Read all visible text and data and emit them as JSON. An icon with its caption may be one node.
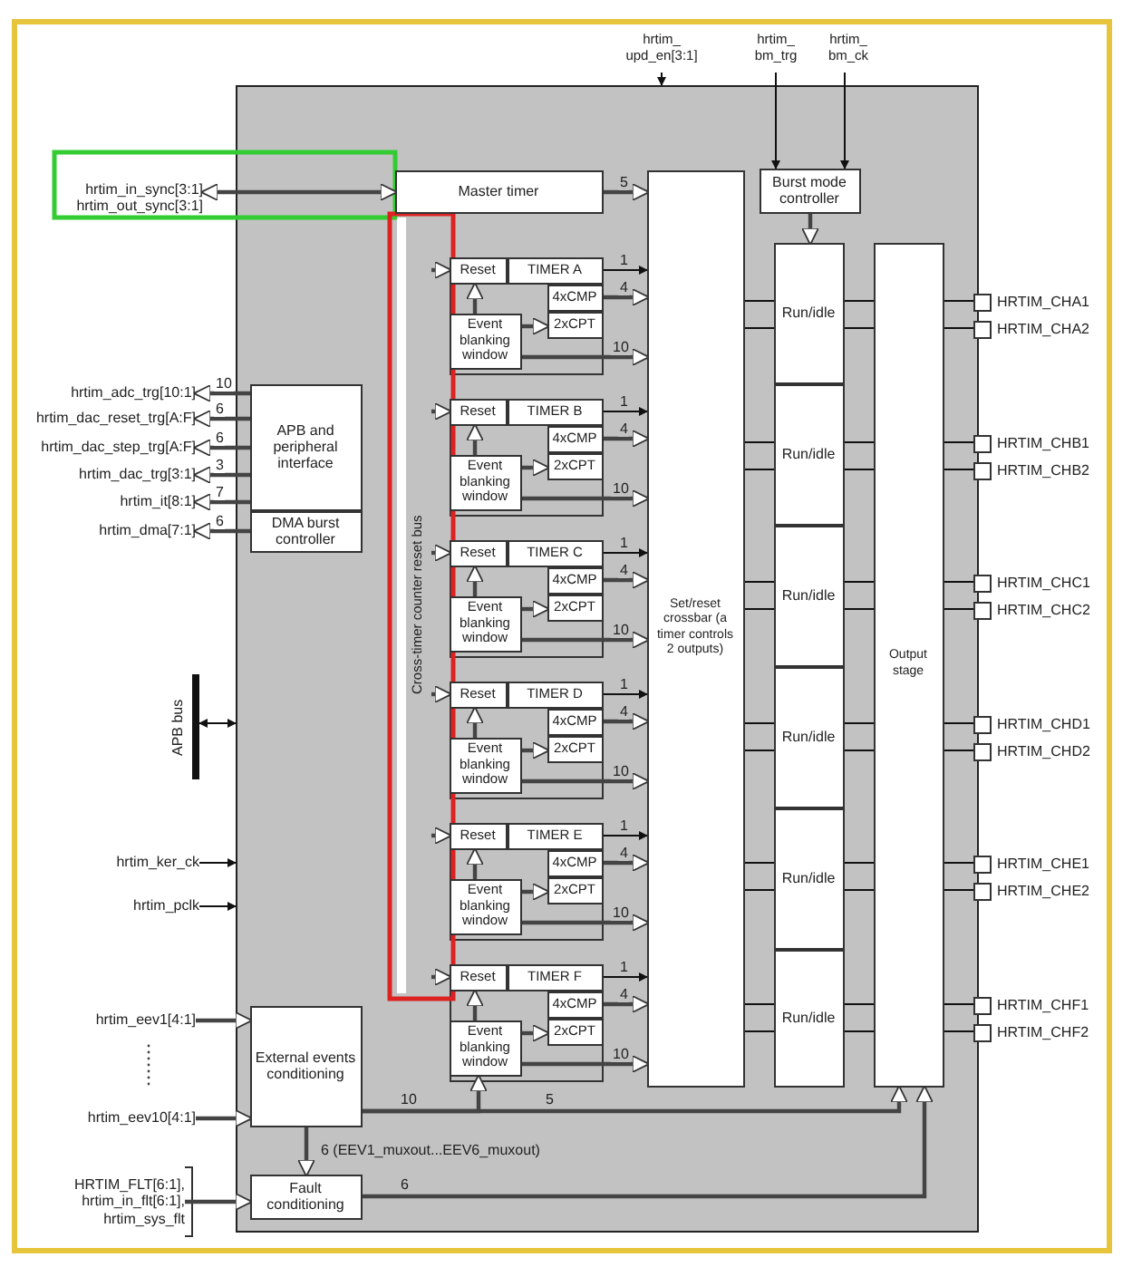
{
  "diagram": {
    "nodes": [
      {
        "text": [
          "hrtim_ upd_en[3:1]"
        ]
      },
      {
        "text": [
          "hrtim_ bm_trg"
        ]
      },
      {
        "text": [
          "hrtim_ bm_ck"
        ]
      },
      {
        "text": [],
        "shape": "box"
      },
      {
        "text": [
          "hrtim_in_sync[3:1]",
          "hrtim_out_sync[3:1]"
        ]
      },
      {
        "text": [
          "Master timer"
        ],
        "in": 3
      },
      {
        "text": [
          "Burst mode controller"
        ],
        "in": 3
      },
      {
        "text": [
          "Cross-timer counter reset bus"
        ],
        "in": 3
      },
      {
        "text": [
          "Set/reset crossbar (a timer controls 2 outputs)"
        ],
        "in": 3
      },
      {
        "text": [
          "Output stage"
        ],
        "in": 3
      },
      {
        "text": [
          "Run/idle"
        ],
        "in": 3
      },
      {
        "text": [
          "Run/idle"
        ],
        "in": 3
      },
      {
        "text": [
          "Run/idle"
        ],
        "in": 3
      },
      {
        "text": [
          "Run/idle"
        ],
        "in": 3
      },
      {
        "text": [
          "Run/idle"
        ],
        "in": 3
      },
      {
        "text": [
          "Run/idle"
        ],
        "in": 3
      },
      {
        "text": [],
        "shape": "box",
        "in": 3
      },
      {
        "text": [
          "Reset"
        ],
        "in": 16
      },
      {
        "text": [
          "TIMER A"
        ],
        "in": 16
      },
      {
        "text": [
          "4xCMP"
        ],
        "in": 16
      },
      {
        "text": [
          "2xCPT"
        ],
        "in": 16
      },
      {
        "text": [
          "Event blanking window"
        ],
        "in": 16
      },
      {
        "text": [],
        "shape": "box",
        "in": 3
      },
      {
        "text": [
          "Reset"
        ],
        "in": 22
      },
      {
        "text": [
          "TIMER B"
        ],
        "in": 22
      },
      {
        "text": [
          "4xCMP"
        ],
        "in": 22
      },
      {
        "text": [
          "2xCPT"
        ],
        "in": 22
      },
      {
        "text": [
          "Event blanking window"
        ],
        "in": 22
      },
      {
        "text": [],
        "shape": "box",
        "in": 3
      },
      {
        "text": [
          "Reset"
        ],
        "in": 28
      },
      {
        "text": [
          "TIMER C"
        ],
        "in": 28
      },
      {
        "text": [
          "4xCMP"
        ],
        "in": 28
      },
      {
        "text": [
          "2xCPT"
        ],
        "in": 28
      },
      {
        "text": [
          "Event blanking window"
        ],
        "in": 28
      },
      {
        "text": [],
        "shape": "box",
        "in": 3
      },
      {
        "text": [
          "Reset"
        ],
        "in": 34
      },
      {
        "text": [
          "TIMER D"
        ],
        "in": 34
      },
      {
        "text": [
          "4xCMP"
        ],
        "in": 34
      },
      {
        "text": [
          "2xCPT"
        ],
        "in": 34
      },
      {
        "text": [
          "Event blanking window"
        ],
        "in": 34
      },
      {
        "text": [],
        "shape": "box",
        "in": 3
      },
      {
        "text": [
          "Reset"
        ],
        "in": 40
      },
      {
        "text": [
          "TIMER E"
        ],
        "in": 40
      },
      {
        "text": [
          "4xCMP"
        ],
        "in": 40
      },
      {
        "text": [
          "2xCPT"
        ],
        "in": 40
      },
      {
        "text": [
          "Event blanking window"
        ],
        "in": 40
      },
      {
        "text": [],
        "shape": "box",
        "in": 3
      },
      {
        "text": [
          "Reset"
        ],
        "in": 46
      },
      {
        "text": [
          "TIMER F"
        ],
        "in": 46
      },
      {
        "text": [
          "4xCMP"
        ],
        "in": 46
      },
      {
        "text": [
          "2xCPT"
        ],
        "in": 46
      },
      {
        "text": [
          "Event blanking window"
        ],
        "in": 46
      },
      {
        "text": [
          "APB and peripheral interface"
        ],
        "in": 3
      },
      {
        "text": [
          "DMA burst controller"
        ],
        "in": 3
      },
      {
        "text": [
          "hrtim_adc_trg[10:1]"
        ]
      },
      {
        "text": [
          "hrtim_dac_reset_trg[A:F]"
        ]
      },
      {
        "text": [
          "hrtim_dac_step_trg[A:F]"
        ]
      },
      {
        "text": [
          "hrtim_dac_trg[3:1]"
        ]
      },
      {
        "text": [
          "hrtim_it[8:1]"
        ]
      },
      {
        "text": [
          "hrtim_dma[7:1]"
        ]
      },
      {
        "text": [
          "APB bus"
        ]
      },
      {
        "text": [
          "hrtim_ker_ck"
        ]
      },
      {
        "text": [
          "hrtim_pclk"
        ]
      },
      {
        "text": [
          "hrtim_eev1[4:1]"
        ]
      },
      {
        "text": [
          "hrtim_eev10[4:1]"
        ]
      },
      {
        "text": [
          "HRTIM_FLT[6:1], hrtim_in_flt[6:1], hrtim_sys_flt"
        ]
      },
      {
        "text": [
          "External events conditioning"
        ],
        "in": 3
      },
      {
        "text": [
          "Fault conditioning"
        ],
        "in": 3
      },
      {
        "text": [
          "HRTIM_CHA1"
        ]
      },
      {
        "text": [
          "HRTIM_CHA2"
        ]
      },
      {
        "text": [
          "HRTIM_CHB1"
        ]
      },
      {
        "text": [
          "HRTIM_CHB2"
        ]
      },
      {
        "text": [
          "HRTIM_CHC1"
        ]
      },
      {
        "text": [
          "HRTIM_CHC2"
        ]
      },
      {
        "text": [
          "HRTIM_CHD1"
        ]
      },
      {
        "text": [
          "HRTIM_CHD2"
        ]
      },
      {
        "text": [
          "HRTIM_CHE1"
        ]
      },
      {
        "text": [
          "HRTIM_CHE2"
        ]
      },
      {
        "text": [
          "HRTIM_CHF1"
        ]
      },
      {
        "text": [
          "HRTIM_CHF2"
        ]
      }
    ],
    "edges": [
      {
        "from": 0,
        "to": 3,
        "arrow": "to"
      },
      {
        "from": 1,
        "to": 6,
        "arrow": "to"
      },
      {
        "from": 2,
        "to": 6,
        "arrow": "to"
      },
      {
        "from": 4,
        "to": 5,
        "arrow": "both"
      },
      {
        "from": 5,
        "to": 8,
        "arrow": "to",
        "label": "5"
      },
      {
        "from": 6,
        "to": 10,
        "arrow": "to"
      },
      {
        "from": 7,
        "to": 17,
        "arrow": "to"
      },
      {
        "from": 21,
        "to": 17,
        "arrow": "to"
      },
      {
        "from": 21,
        "to": 20,
        "arrow": "to"
      },
      {
        "from": 18,
        "to": 8,
        "arrow": "to",
        "label": "1"
      },
      {
        "from": 19,
        "to": 8,
        "arrow": "to",
        "label": "4"
      },
      {
        "from": 21,
        "to": 8,
        "arrow": "to",
        "label": "10"
      },
      {
        "from": 7,
        "to": 23,
        "arrow": "to"
      },
      {
        "from": 27,
        "to": 23,
        "arrow": "to"
      },
      {
        "from": 27,
        "to": 26,
        "arrow": "to"
      },
      {
        "from": 24,
        "to": 8,
        "arrow": "to",
        "label": "1"
      },
      {
        "from": 25,
        "to": 8,
        "arrow": "to",
        "label": "4"
      },
      {
        "from": 27,
        "to": 8,
        "arrow": "to",
        "label": "10"
      },
      {
        "from": 7,
        "to": 29,
        "arrow": "to"
      },
      {
        "from": 33,
        "to": 29,
        "arrow": "to"
      },
      {
        "from": 33,
        "to": 32,
        "arrow": "to"
      },
      {
        "from": 30,
        "to": 8,
        "arrow": "to",
        "label": "1"
      },
      {
        "from": 31,
        "to": 8,
        "arrow": "to",
        "label": "4"
      },
      {
        "from": 33,
        "to": 8,
        "arrow": "to",
        "label": "10"
      },
      {
        "from": 7,
        "to": 35,
        "arrow": "to"
      },
      {
        "from": 39,
        "to": 35,
        "arrow": "to"
      },
      {
        "from": 39,
        "to": 38,
        "arrow": "to"
      },
      {
        "from": 36,
        "to": 8,
        "arrow": "to",
        "label": "1"
      },
      {
        "from": 37,
        "to": 8,
        "arrow": "to",
        "label": "4"
      },
      {
        "from": 39,
        "to": 8,
        "arrow": "to",
        "label": "10"
      },
      {
        "from": 7,
        "to": 41,
        "arrow": "to"
      },
      {
        "from": 45,
        "to": 41,
        "arrow": "to"
      },
      {
        "from": 45,
        "to": 44,
        "arrow": "to"
      },
      {
        "from": 42,
        "to": 8,
        "arrow": "to",
        "label": "1"
      },
      {
        "from": 43,
        "to": 8,
        "arrow": "to",
        "label": "4"
      },
      {
        "from": 45,
        "to": 8,
        "arrow": "to",
        "label": "10"
      },
      {
        "from": 7,
        "to": 47,
        "arrow": "to"
      },
      {
        "from": 51,
        "to": 47,
        "arrow": "to"
      },
      {
        "from": 51,
        "to": 50,
        "arrow": "to"
      },
      {
        "from": 48,
        "to": 8,
        "arrow": "to",
        "label": "1"
      },
      {
        "from": 49,
        "to": 8,
        "arrow": "to",
        "label": "4"
      },
      {
        "from": 51,
        "to": 8,
        "arrow": "to",
        "label": "10"
      },
      {
        "from": 8,
        "to": 10,
        "arrow": "none"
      },
      {
        "from": 8,
        "to": 10,
        "arrow": "none"
      },
      {
        "from": 8,
        "to": 11,
        "arrow": "none"
      },
      {
        "from": 8,
        "to": 11,
        "arrow": "none"
      },
      {
        "from": 8,
        "to": 12,
        "arrow": "none"
      },
      {
        "from": 8,
        "to": 12,
        "arrow": "none"
      },
      {
        "from": 8,
        "to": 13,
        "arrow": "none"
      },
      {
        "from": 8,
        "to": 13,
        "arrow": "none"
      },
      {
        "from": 8,
        "to": 14,
        "arrow": "none"
      },
      {
        "from": 8,
        "to": 14,
        "arrow": "none"
      },
      {
        "from": 8,
        "to": 15,
        "arrow": "none"
      },
      {
        "from": 8,
        "to": 15,
        "arrow": "none"
      },
      {
        "from": 10,
        "to": 9,
        "arrow": "none"
      },
      {
        "from": 10,
        "to": 9,
        "arrow": "none"
      },
      {
        "from": 11,
        "to": 9,
        "arrow": "none"
      },
      {
        "from": 11,
        "to": 9,
        "arrow": "none"
      },
      {
        "from": 12,
        "to": 9,
        "arrow": "none"
      },
      {
        "from": 12,
        "to": 9,
        "arrow": "none"
      },
      {
        "from": 13,
        "to": 9,
        "arrow": "none"
      },
      {
        "from": 13,
        "to": 9,
        "arrow": "none"
      },
      {
        "from": 14,
        "to": 9,
        "arrow": "none"
      },
      {
        "from": 14,
        "to": 9,
        "arrow": "none"
      },
      {
        "from": 15,
        "to": 9,
        "arrow": "none"
      },
      {
        "from": 15,
        "to": 9,
        "arrow": "none"
      },
      {
        "from": 9,
        "to": 68,
        "arrow": "none"
      },
      {
        "from": 9,
        "to": 69,
        "arrow": "none"
      },
      {
        "from": 9,
        "to": 70,
        "arrow": "none"
      },
      {
        "from": 9,
        "to": 71,
        "arrow": "none"
      },
      {
        "from": 9,
        "to": 72,
        "arrow": "none"
      },
      {
        "from": 9,
        "to": 73,
        "arrow": "none"
      },
      {
        "from": 9,
        "to": 74,
        "arrow": "none"
      },
      {
        "from": 9,
        "to": 75,
        "arrow": "none"
      },
      {
        "from": 9,
        "to": 76,
        "arrow": "none"
      },
      {
        "from": 9,
        "to": 77,
        "arrow": "none"
      },
      {
        "from": 9,
        "to": 78,
        "arrow": "none"
      },
      {
        "from": 9,
        "to": 79,
        "arrow": "none"
      },
      {
        "from": 52,
        "to": 54,
        "arrow": "to",
        "label": "10"
      },
      {
        "from": 52,
        "to": 55,
        "arrow": "to",
        "label": "6"
      },
      {
        "from": 52,
        "to": 56,
        "arrow": "to",
        "label": "6"
      },
      {
        "from": 52,
        "to": 57,
        "arrow": "to",
        "label": "3"
      },
      {
        "from": 52,
        "to": 58,
        "arrow": "to",
        "label": "7"
      },
      {
        "from": 53,
        "to": 59,
        "arrow": "to",
        "label": "6"
      },
      {
        "from": 60,
        "to": 3,
        "arrow": "both"
      },
      {
        "from": 61,
        "to": 3,
        "arrow": "to"
      },
      {
        "from": 62,
        "to": 3,
        "arrow": "to"
      },
      {
        "from": 63,
        "to": 66,
        "arrow": "to"
      },
      {
        "from": 64,
        "to": 66,
        "arrow": "to"
      },
      {
        "from": 65,
        "to": 67,
        "arrow": "to"
      },
      {
        "from": 66,
        "to": 67,
        "arrow": "to",
        "label": "6 (EEV1_muxout...EEV6_muxout)"
      },
      {
        "from": 66,
        "to": 51,
        "arrow": "to",
        "label": "10"
      },
      {
        "from": 66,
        "to": 9,
        "arrow": "to",
        "label": "5"
      },
      {
        "from": 67,
        "to": 9,
        "arrow": "to",
        "label": "6"
      }
    ]
  }
}
